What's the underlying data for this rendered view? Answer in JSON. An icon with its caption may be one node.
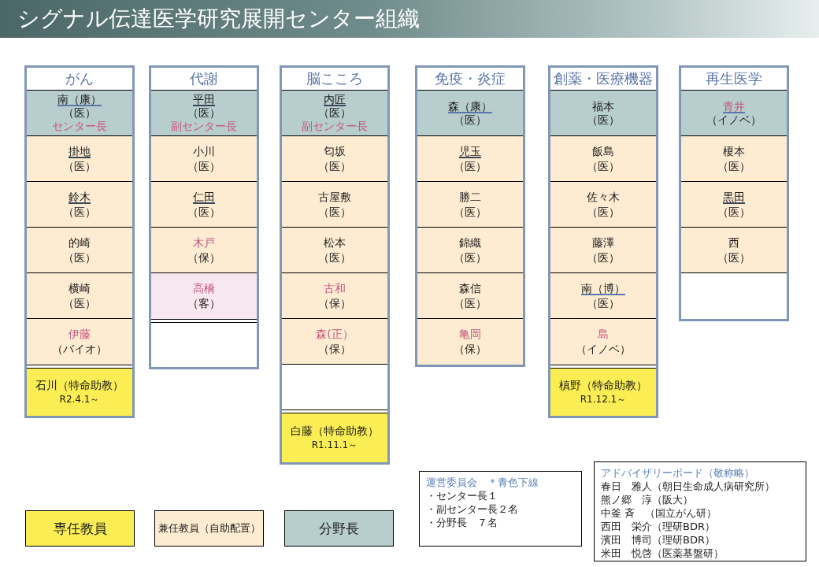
{
  "diagram": {
    "title": "シグナル伝達医学研究展開センター組織",
    "nodes": [
      {
        "text": [
          "がん"
        ]
      },
      {
        "text": [
          "南（康）",
          "（医）",
          "センター長"
        ],
        "in": 0
      },
      {
        "text": [
          "掛地",
          "（医）"
        ],
        "in": 0
      },
      {
        "text": [
          "鈴木",
          "（医）"
        ],
        "in": 0
      },
      {
        "text": [
          "的崎",
          "（医）"
        ],
        "in": 0
      },
      {
        "text": [
          "横崎",
          "（医）"
        ],
        "in": 0
      },
      {
        "text": [
          "伊藤",
          "（バイオ）"
        ],
        "in": 0
      },
      {
        "text": [
          "石川（特命助教）",
          "R2.4.1～"
        ],
        "in": 0
      },
      {
        "text": [
          "代謝"
        ]
      },
      {
        "text": [
          "平田",
          "（医）",
          "副センター長"
        ],
        "in": 8
      },
      {
        "text": [
          "小川",
          "（医）"
        ],
        "in": 8
      },
      {
        "text": [
          "仁田",
          "（医）"
        ],
        "in": 8
      },
      {
        "text": [
          "木戸",
          "（保）"
        ],
        "in": 8
      },
      {
        "text": [
          "高橋",
          "（客）"
        ],
        "in": 8
      },
      {
        "text": [
          "脳こころ"
        ]
      },
      {
        "text": [
          "内匠",
          "（医）",
          "副センター長"
        ],
        "in": 14
      },
      {
        "text": [
          "匂坂",
          "（医）"
        ],
        "in": 14
      },
      {
        "text": [
          "古屋敷",
          "（医）"
        ],
        "in": 14
      },
      {
        "text": [
          "松本",
          "（医）"
        ],
        "in": 14
      },
      {
        "text": [
          "古和",
          "（保）"
        ],
        "in": 14
      },
      {
        "text": [
          "森(正）",
          "（保）"
        ],
        "in": 14
      },
      {
        "text": [
          "白藤（特命助教）",
          "R1.11.1～"
        ],
        "in": 14
      },
      {
        "text": [
          "免疫・炎症"
        ]
      },
      {
        "text": [
          "森（康）",
          "（医）"
        ],
        "in": 22
      },
      {
        "text": [
          "児玉",
          "（医）"
        ],
        "in": 22
      },
      {
        "text": [
          "勝二",
          "（医）"
        ],
        "in": 22
      },
      {
        "text": [
          "錦織",
          "（医）"
        ],
        "in": 22
      },
      {
        "text": [
          "森信",
          "（医）"
        ],
        "in": 22
      },
      {
        "text": [
          "亀岡",
          "（保）"
        ],
        "in": 22
      },
      {
        "text": [
          "創薬・医療機器"
        ]
      },
      {
        "text": [
          "福本",
          "（医）"
        ],
        "in": 29
      },
      {
        "text": [
          "飯島",
          "（医）"
        ],
        "in": 29
      },
      {
        "text": [
          "佐々木",
          "（医）"
        ],
        "in": 29
      },
      {
        "text": [
          "藤澤",
          "（医）"
        ],
        "in": 29
      },
      {
        "text": [
          "南（博）",
          "（医）"
        ],
        "in": 29
      },
      {
        "text": [
          "島",
          "（イノベ）"
        ],
        "in": 29
      },
      {
        "text": [
          "槙野（特命助教）",
          "R1.12.1～"
        ],
        "in": 29
      },
      {
        "text": [
          "再生医学"
        ]
      },
      {
        "text": [
          "青井",
          "（イノベ）"
        ],
        "in": 37
      },
      {
        "text": [
          "榎本",
          "（医）"
        ],
        "in": 37
      },
      {
        "text": [
          "黒田",
          "（医）"
        ],
        "in": 37
      },
      {
        "text": [
          "西",
          "（医）"
        ],
        "in": 37
      },
      {
        "text": [
          "運営委員会　＊青色下線",
          "・センター長１",
          "・副センター長２名",
          "・分野長　７名"
        ]
      },
      {
        "text": [
          "アドバイザリーボード（敬称略）",
          "春日　雅人（朝日生命成人病研究所）",
          "熊ノ郷　淳（阪大）",
          "中釜 斉　（国立がん研）",
          "西田　栄介（理研BDR）",
          "濱田　博司（理研BDR）",
          "米田　悦啓（医薬基盤研）"
        ]
      }
    ],
    "legend": [
      {
        "text": "専任教員",
        "color": "#fbee54"
      },
      {
        "text": "兼任教員（自助配置）",
        "color": "#fdecd2"
      },
      {
        "text": "分野長",
        "color": "#b8cdcd"
      }
    ]
  }
}
